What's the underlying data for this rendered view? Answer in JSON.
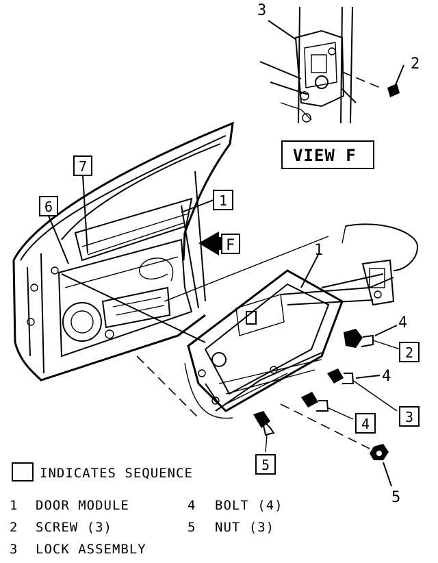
{
  "view_label": "VIEW F",
  "arrow_label": "F",
  "callouts": {
    "view3": "3",
    "view2": "2",
    "door1_boxed": "1",
    "module1": "1",
    "bolt4_a": "4",
    "bolt4_b": "4",
    "nut5": "5"
  },
  "sequence_boxes": {
    "s7": "7",
    "s6": "6",
    "s2": "2",
    "s3": "3",
    "s4": "4",
    "s5": "5"
  },
  "legend": {
    "sequence_note": "INDICATES SEQUENCE",
    "items": [
      {
        "num": "1",
        "text": "DOOR MODULE"
      },
      {
        "num": "2",
        "text": "SCREW (3)"
      },
      {
        "num": "3",
        "text": "LOCK ASSEMBLY"
      },
      {
        "num": "4",
        "text": "BOLT (4)"
      },
      {
        "num": "5",
        "text": "NUT (3)"
      }
    ]
  }
}
